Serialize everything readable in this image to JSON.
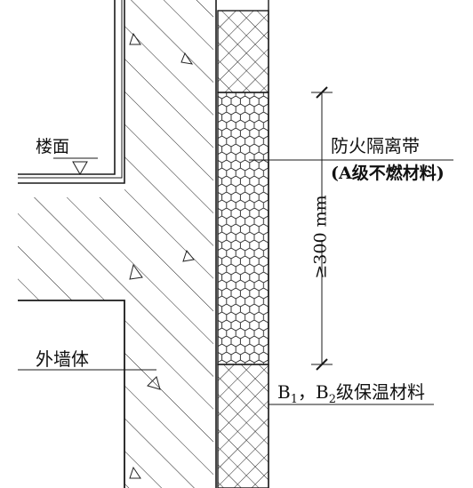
{
  "labels": {
    "floor": "楼面",
    "firebreak_line1": "防火隔离带",
    "firebreak_line2": "(A级不燃材料)",
    "height": "≥300 mm",
    "exterior_wall": "外墙体",
    "insulation_prefix": "B",
    "insulation_sub1": "1",
    "insulation_sep": "，B",
    "insulation_sub2": "2",
    "insulation_suffix": "级保温材料"
  },
  "colors": {
    "line": "#1a1a1a",
    "background": "#ffffff"
  }
}
